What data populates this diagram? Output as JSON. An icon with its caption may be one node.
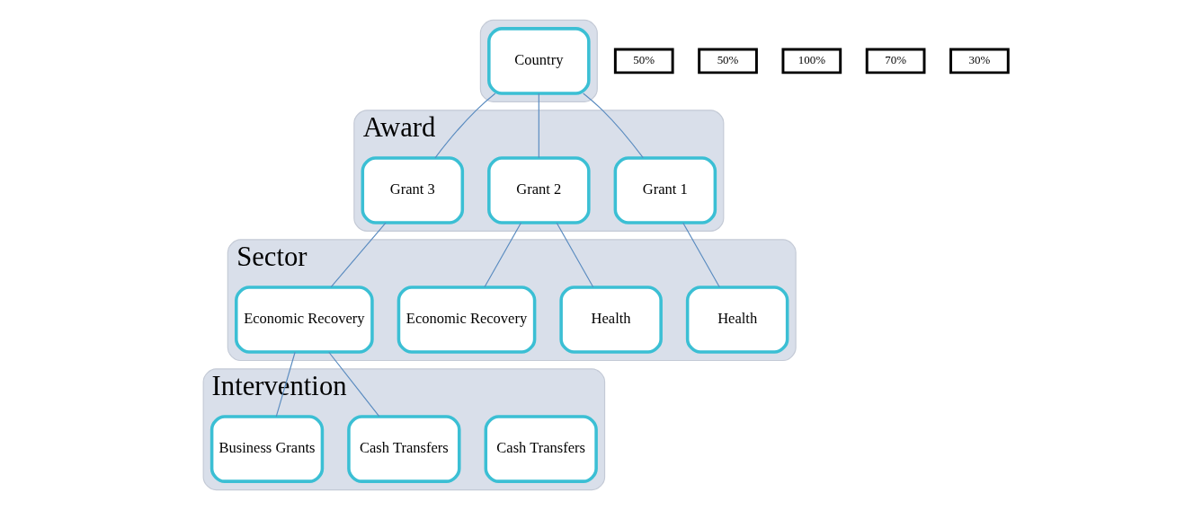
{
  "diagram": {
    "nodes": [
      {
        "text": [],
        "shape": "band"
      },
      {
        "text": [
          "Country"
        ],
        "in": 0
      },
      {
        "text": [
          "Award"
        ]
      },
      {
        "text": [
          "Grant 1"
        ],
        "in": 2
      },
      {
        "text": [
          "Grant 2"
        ],
        "in": 2
      },
      {
        "text": [
          "Grant 3"
        ],
        "in": 2
      },
      {
        "text": [
          "Sector"
        ]
      },
      {
        "text": [
          "Health"
        ],
        "in": 6
      },
      {
        "text": [
          "Health"
        ],
        "in": 6
      },
      {
        "text": [
          "Economic Recovery"
        ],
        "in": 6
      },
      {
        "text": [
          "Economic Recovery"
        ],
        "in": 6
      },
      {
        "text": [
          "50%"
        ]
      },
      {
        "text": [
          "50%"
        ]
      },
      {
        "text": [
          "Intervention"
        ]
      },
      {
        "text": [
          "Cash Transfers"
        ],
        "in": 13
      },
      {
        "text": [
          "Cash Transfers"
        ],
        "in": 13
      },
      {
        "text": [
          "Business Grants"
        ],
        "in": 13
      },
      {
        "text": [
          "100%"
        ]
      },
      {
        "text": [
          "70%"
        ]
      },
      {
        "text": [
          "30%"
        ]
      }
    ],
    "edges": [
      {
        "from": 1,
        "to": 3,
        "arrow": "none"
      },
      {
        "from": 1,
        "to": 4,
        "arrow": "none"
      },
      {
        "from": 1,
        "to": 5,
        "arrow": "none"
      },
      {
        "from": 3,
        "to": 7,
        "arrow": "none"
      },
      {
        "from": 4,
        "to": 8,
        "arrow": "none"
      },
      {
        "from": 4,
        "to": 9,
        "arrow": "none"
      },
      {
        "from": 5,
        "to": 10,
        "arrow": "none"
      },
      {
        "from": 10,
        "to": 15,
        "arrow": "none"
      },
      {
        "from": 10,
        "to": 16,
        "arrow": "none"
      }
    ]
  }
}
